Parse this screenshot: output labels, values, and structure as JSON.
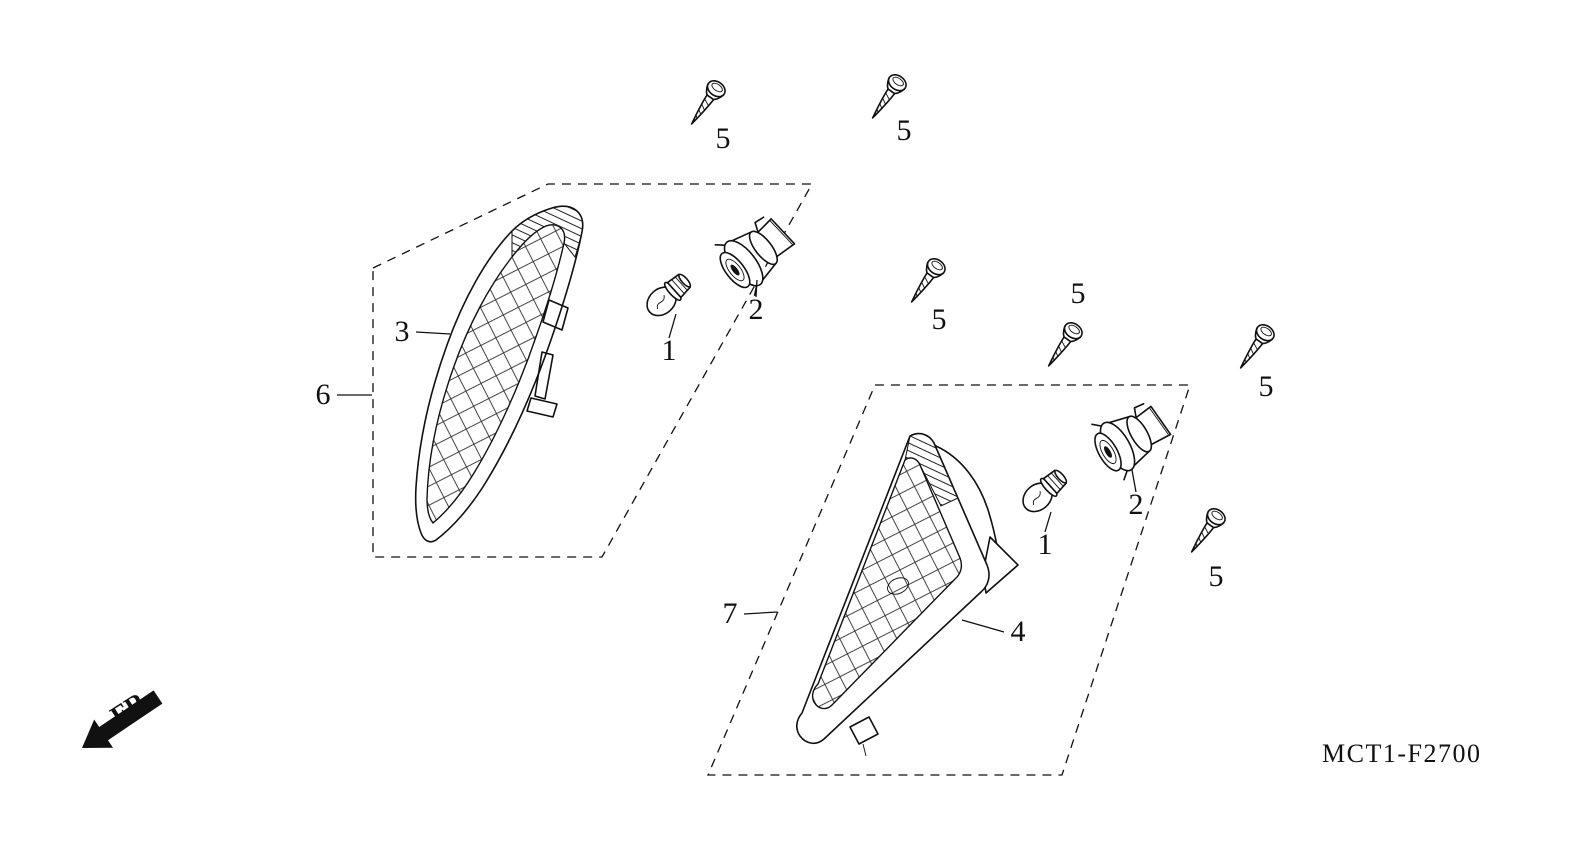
{
  "diagram": {
    "code": "MCT1-F2700",
    "direction_label": "FR.",
    "background_color": "#ffffff",
    "line_color": "#111111",
    "parts": {
      "1": "1",
      "2": "2",
      "3": "3",
      "4": "4",
      "5": "5",
      "6": "6",
      "7": "7"
    }
  }
}
